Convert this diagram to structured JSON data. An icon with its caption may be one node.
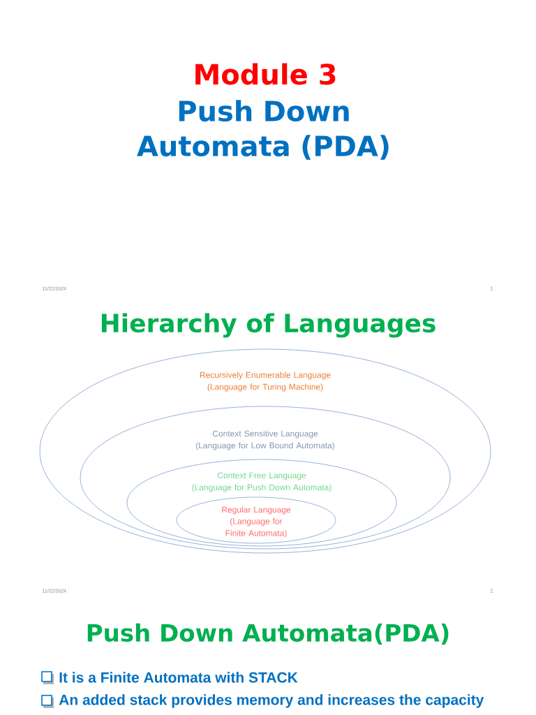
{
  "diagram": {
    "title": "Hierarchy of Languages",
    "nodes": [
      {
        "text": [
          "Recursively Enumerable Language",
          "(Language for Turing Machine)"
        ]
      },
      {
        "text": [
          "Context Sensitive Language",
          "(Language for Low Bound Automata)"
        ],
        "in": 0
      },
      {
        "text": [
          "Context Free Language",
          "(Language for Push Down Automata)"
        ],
        "in": 1
      },
      {
        "text": [
          "Regular Language",
          "(Language for Finite Automata)"
        ],
        "in": 2
      }
    ],
    "labels": [
      "Module 3",
      "Push Down Automata (PDA)",
      "11/22/2024",
      "1",
      "11/22/2024",
      "2",
      "Push Down Automata(PDA)",
      "It is a Finite Automata with STACK",
      "An added stack provides memory and increases the capacity"
    ]
  }
}
